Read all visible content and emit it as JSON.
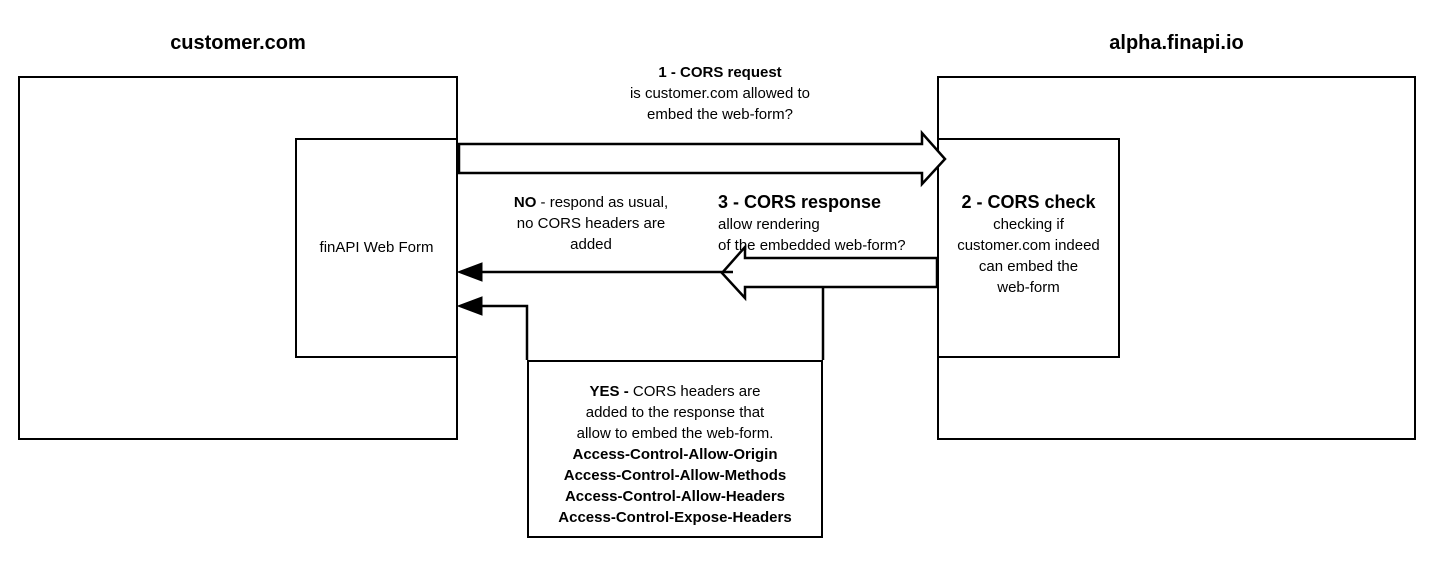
{
  "diagram": {
    "title_left": "customer.com",
    "title_right": "alpha.finapi.io",
    "inner_box_left_label": "finAPI Web Form",
    "step1": {
      "heading": "1 - CORS request",
      "line2": "is customer.com allowed to",
      "line3": "embed the web-form?"
    },
    "step2": {
      "heading": "2 - CORS check",
      "line2": "checking if",
      "line3": "customer.com indeed",
      "line4": "can embed the",
      "line5": "web-form"
    },
    "step3": {
      "heading": "3 - CORS response",
      "line2": "allow rendering",
      "line3": "of the embedded web-form?"
    },
    "no_branch": {
      "strong": "NO",
      "line1_rest": " - respond as usual,",
      "line2": "no CORS headers are",
      "line3": "added"
    },
    "yes_branch": {
      "strong": "YES -",
      "line1_rest": " CORS headers are",
      "line2": "added to the response that",
      "line3": "allow to embed the web-form.",
      "header1": "Access-Control-Allow-Origin",
      "header2": "Access-Control-Allow-Methods",
      "header3": "Access-Control-Allow-Headers",
      "header4": "Access-Control-Expose-Headers"
    },
    "colors": {
      "stroke": "#000000",
      "fill": "#ffffff",
      "text": "#000000"
    }
  }
}
